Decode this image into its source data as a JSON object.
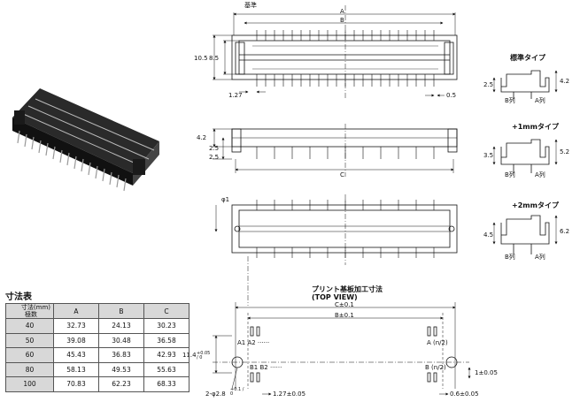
{
  "top_view": {
    "label_kijun": "基準",
    "dim_a": "A",
    "dim_b": "B",
    "dim_105": "10.5",
    "dim_85": "8.5",
    "dim_127": "1.27",
    "dim_05": "0.5"
  },
  "side_view": {
    "dim_42": "4.2",
    "dim_25a": "2.5",
    "dim_25b": "2.5",
    "dim_c": "C"
  },
  "bottom_view": {
    "dim_phi1": "φ1"
  },
  "types": {
    "standard": {
      "title": "標準タイプ",
      "dim_left": "2.5",
      "dim_right": "4.2",
      "row_b": "B列",
      "row_a": "A列"
    },
    "plus1": {
      "title": "+1mmタイプ",
      "dim_left": "3.5",
      "dim_right": "5.2",
      "row_b": "B列",
      "row_a": "A列"
    },
    "plus2": {
      "title": "+2mmタイプ",
      "dim_left": "4.5",
      "dim_right": "6.2",
      "row_b": "B列",
      "row_a": "A列"
    }
  },
  "pcb": {
    "title": "プリント基板加工寸法",
    "subtitle": "(TOP VIEW)",
    "dim_c": "C±0.1",
    "dim_b": "B±0.1",
    "dim_114": "11.4",
    "dim_114_tol": "+0.05 / 0",
    "a1a2": "A1 A2 ······",
    "an2": "A (n/2)",
    "b1b2": "B1 B2 ······",
    "bn2": "B (n/2)",
    "hole": "2-φ2.8",
    "hole_tol": "+0.1 / 0",
    "pitch": "1.27±0.05",
    "dim_1": "1±0.05",
    "dim_06": "0.6±0.05"
  },
  "dimension_table": {
    "title": "寸法表",
    "header_dim": "寸法(mm)",
    "header_poles": "極数",
    "columns": [
      "A",
      "B",
      "C"
    ],
    "rows": [
      {
        "poles": "40",
        "A": "32.73",
        "B": "24.13",
        "C": "30.23"
      },
      {
        "poles": "50",
        "A": "39.08",
        "B": "30.48",
        "C": "36.58"
      },
      {
        "poles": "60",
        "A": "45.43",
        "B": "36.83",
        "C": "42.93"
      },
      {
        "poles": "80",
        "A": "58.13",
        "B": "49.53",
        "C": "55.63"
      },
      {
        "poles": "100",
        "A": "70.83",
        "B": "62.23",
        "C": "68.33"
      }
    ]
  }
}
